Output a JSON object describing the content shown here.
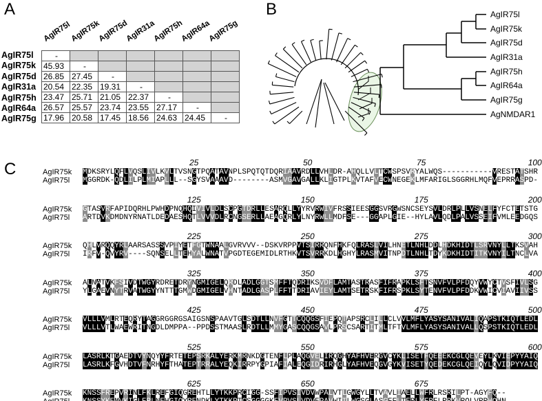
{
  "panels": {
    "a": "A",
    "b": "B",
    "c": "C"
  },
  "identity_table": {
    "columns": [
      "AgIR75l",
      "AgIR75k",
      "AgIR75d",
      "AgIR31a",
      "AgIR75h",
      "AgIR64a",
      "AgIR75g"
    ],
    "rows": [
      {
        "label": "AgIR75l",
        "cells": [
          "-",
          null,
          null,
          null,
          null,
          null,
          null
        ]
      },
      {
        "label": "AgIR75k",
        "cells": [
          "45.93",
          "-",
          null,
          null,
          null,
          null,
          null
        ]
      },
      {
        "label": "AgIR75d",
        "cells": [
          "26.85",
          "27.45",
          "-",
          null,
          null,
          null,
          null
        ]
      },
      {
        "label": "AgIR31a",
        "cells": [
          "20.54",
          "22.35",
          "19.31",
          "-",
          null,
          null,
          null
        ]
      },
      {
        "label": "AgIR75h",
        "cells": [
          "23.47",
          "25.71",
          "21.05",
          "22.37",
          "-",
          null,
          null
        ]
      },
      {
        "label": "AgIR64a",
        "cells": [
          "26.57",
          "25.57",
          "23.74",
          "23.55",
          "27.17",
          "-",
          null
        ]
      },
      {
        "label": "AgIR75g",
        "cells": [
          "17.96",
          "20.58",
          "17.45",
          "18.56",
          "24.63",
          "24.45",
          "-"
        ]
      }
    ]
  },
  "tree": {
    "leaves": [
      "AgIR75l",
      "AgIR75k",
      "AgIR75d",
      "AgIR31a",
      "AgIR75h",
      "AgIR64a",
      "AgIR75g",
      "AgNMDAR1"
    ],
    "highlight_color": "#eaf6e6"
  },
  "alignment": {
    "names": [
      "AgIR75k",
      "AgIR75l"
    ],
    "blocks": [
      {
        "ticks": [
          "25",
          "50",
          "75",
          "100"
        ],
        "seqs": [
          "MDKSRYLQFLVQSLIVLKVLTVSNGTPQATAVNPLSPQTQTDQRIAAVRDLLVHLDR-AHQLLVLTCWSPSVRYALWQS-----------VRESTATSHR",
          "MGGRDK-QDLILPLMIAPLLL--SGYSVAAAVD--------ASMVGAVGALLKLIGTPLKVTAFVECWNEGEKLMFARIGLSGGRHLMQFVEPRRASPD-"
        ]
      },
      {
        "ticks": [
          "125",
          "150",
          "175",
          "200"
        ],
        "seqs": [
          "GTASVRFAPIDQRHLPWHDPNQHQIVIVLDLSCPGTDRLLESARQLLYYRVRWIVFRSSIEESGGSVRGWSNCSEYSVLDRLPLLVSNELFYFCTETSTG",
          "ARTDVKDMDNYRNATLDEDAESHQTLVVVDLRCNGSERLLAEAGQRLYLNYRWLLMDFSE---GGAPLGIE--HYLAVLQDLPALVSSEIFVMLEEDGQS"
        ]
      },
      {
        "ticks": [
          "225",
          "250",
          "275",
          "300"
        ],
        "seqs": [
          "QHLVRQQYRLAARSASSSVPIYETFGTWNAALGVRVVV--DSKVRPPVTSIRRQNFHKFQLRASLVILHNETLNHLDDLHDKHIDTLSRVNYLLTKSVAH",
          "IRFV-QVYRV----SQNSELLTEHYALWNATVPGDTEGEMIDLRTHKVTSVRRKDLHGHYLRASMVITNPDTLNHLTDYKDKHIDTITKVNYILTNCLVA"
        ]
      },
      {
        "ticks": [
          "325",
          "350",
          "375",
          "400"
        ],
        "seqs": [
          "ALNATVKFSIVDTWGYRDRETDRYNGMIGELQRDLADLGGTSMFFTQDRIKSVDFLAMTASTRASFIFRAPKLSFTSNVFVLPFDQYVWYCTVSFIVLSG",
          "YLGAEVNYTRVATWGYYNTTTGMWDGMIGELVHNTADLGASPLFFTTDRIAVIEYLAMTSETRSKFIFRSPKLSYTENVFVLPFDDKVWICVIAVIIVSS"
        ]
      },
      {
        "ticks": [
          "425",
          "450",
          "475",
          "500"
        ],
        "seqs": [
          "VLLLVMLRTEQRYTAGGRGGRGSAIGSNSPAAVTGLSDTLLNVFGTTCQQGSFIEPQTAPSRCLILLCLVVLMFLYASYSANIVALIQAPSTKIQTLEDL",
          "VLLLVTLWAEWRITNGDLDMPPA--PPDSSTMAASLRDTLLMMYGASCQQGSAVLPRSCSARTITMLTFTVLMFLYASYSANIVALLQSPSTKIQTLEDL"
        ]
      },
      {
        "ticks": [
          "525",
          "550",
          "575",
          "600"
        ],
        "seqs": [
          "LASRLKTGAEDTVYNQYYFRTETEPSRKALYERKMRNKDGTENFLPLAQGVELIRQGHYAFHVERGVCYKLISETFQEEEKCGLQEVEYLKVIEPYYAIQ",
          "LASRLKFGVHDTVFNRHYFTHATEPTRRALYEQKIRRPYGPIAFIALEQGIDRIRHGLYAFHVEQGVGYKVISETYQEDEKCGLQEIQYLQVIDPYYAIQ"
        ]
      },
      {
        "ticks": [
          "625",
          "650",
          "675"
        ],
        "seqs": [
          "KNSSFREPVRINLFKLREFGIQGREHTLLYTKKPRCIGG-SSFIPVSIVDVWPALVTLGWGYLLTVAVLIAELLWFRLRSRILPT-AGYFQ--",
          "KNSSYKEMVKIGLFRLNEHGIQYRENDKLYTKKPTCSGGGGKFVPVSLVDVEPAVWIILWGSGLASGFFLTERLYFRFLRRKVRQLVRRWQHN"
        ]
      }
    ]
  }
}
